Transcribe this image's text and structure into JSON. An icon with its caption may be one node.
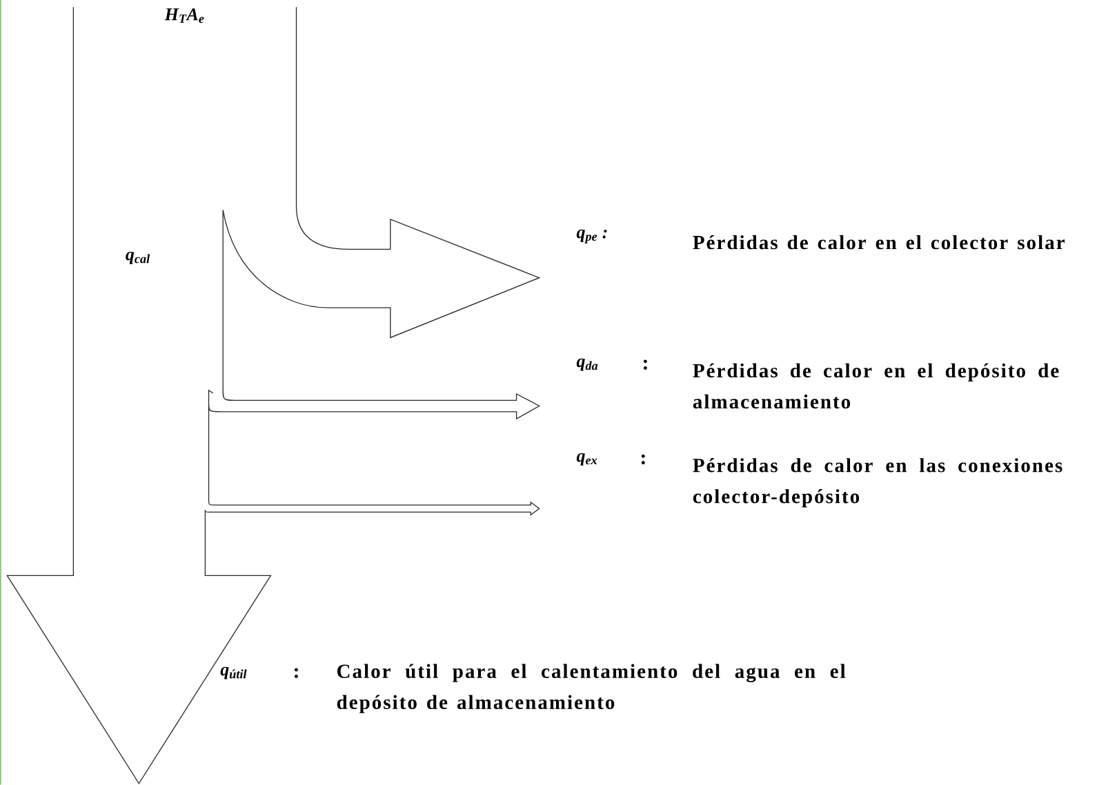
{
  "diagram": {
    "labels": [
      "H$_{T}$A$_{e}$",
      "q$_{cal}$",
      "q$_{pe}$ :",
      "Pérdidas de calor en el colector solar",
      "q$_{da}$",
      ":",
      "Pérdidas de calor en el depósito de almacenamiento",
      "q$_{ex}$",
      ":",
      "Pérdidas de calor en las conexiones colector-depósito",
      "q$_{útil}$",
      ":",
      "Calor útil para el calentamiento del agua en el depósito de almacenamiento"
    ]
  }
}
